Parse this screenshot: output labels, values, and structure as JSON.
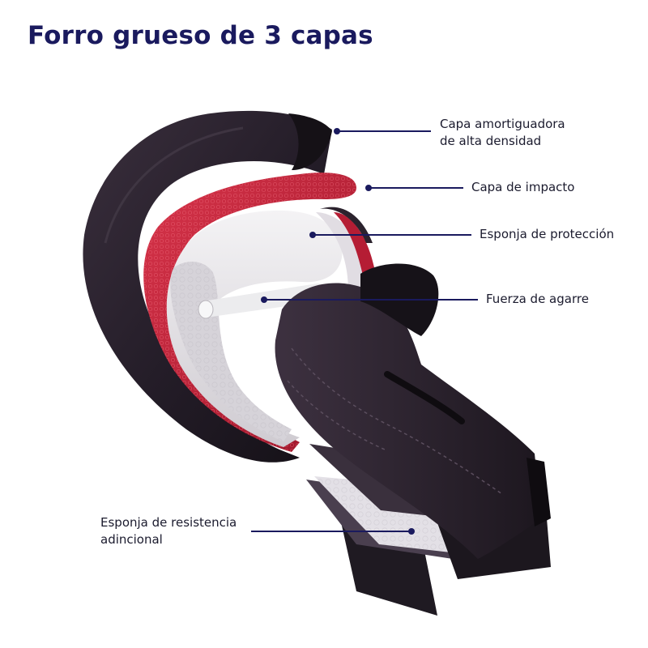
{
  "title": "Forro grueso de 3 capas",
  "colors": {
    "title": "#1a1a5e",
    "leader": "#1a1a5e",
    "glove": "#2b2330",
    "red_layer": "#c4203a",
    "foam": "#e8e6ea"
  },
  "callouts": [
    {
      "id": "capa-amortiguadora",
      "lines": [
        "Capa amortiguadora",
        "de alta densidad"
      ]
    },
    {
      "id": "capa-impacto",
      "lines": [
        "Capa de impacto"
      ]
    },
    {
      "id": "esponja-proteccion",
      "lines": [
        "Esponja de protección"
      ]
    },
    {
      "id": "fuerza-agarre",
      "lines": [
        "Fuerza de agarre"
      ]
    },
    {
      "id": "esponja-resistencia",
      "lines": [
        "Esponja de resistencia",
        "adincional"
      ]
    }
  ]
}
